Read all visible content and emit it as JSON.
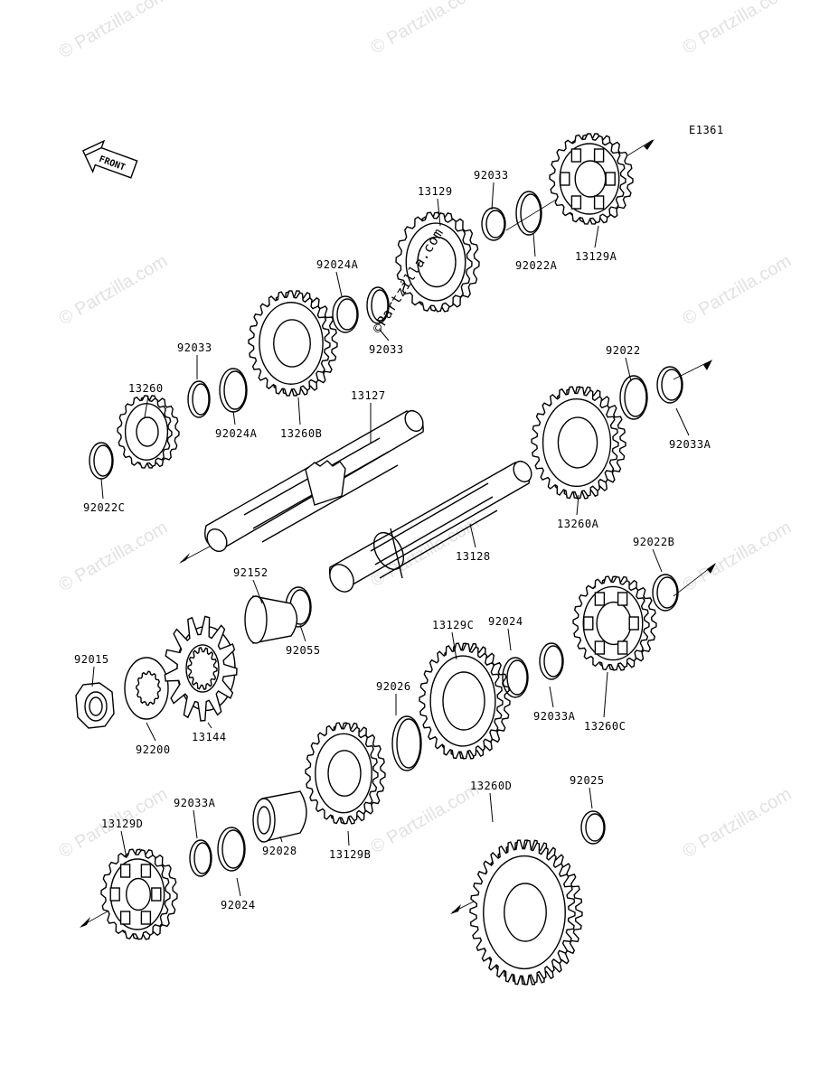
{
  "diagram": {
    "code": "E1361",
    "front_label": "FRONT",
    "watermark": "© Partzilla.com",
    "watermark_center": "©Partzilla.com",
    "parts": [
      {
        "id": "13129",
        "label": "13129"
      },
      {
        "id": "92033-top",
        "label": "92033"
      },
      {
        "id": "92022A",
        "label": "92022A"
      },
      {
        "id": "13129A",
        "label": "13129A"
      },
      {
        "id": "92024A-top",
        "label": "92024A"
      },
      {
        "id": "92033-mid",
        "label": "92033"
      },
      {
        "id": "13260",
        "label": "13260"
      },
      {
        "id": "92033-left",
        "label": "92033"
      },
      {
        "id": "92024A-left",
        "label": "92024A"
      },
      {
        "id": "13260B",
        "label": "13260B"
      },
      {
        "id": "13127",
        "label": "13127"
      },
      {
        "id": "92022C",
        "label": "92022C"
      },
      {
        "id": "92022",
        "label": "92022"
      },
      {
        "id": "92033A-right",
        "label": "92033A"
      },
      {
        "id": "13260A",
        "label": "13260A"
      },
      {
        "id": "13128",
        "label": "13128"
      },
      {
        "id": "92022B",
        "label": "92022B"
      },
      {
        "id": "92152",
        "label": "92152"
      },
      {
        "id": "92055",
        "label": "92055"
      },
      {
        "id": "92015",
        "label": "92015"
      },
      {
        "id": "92200",
        "label": "92200"
      },
      {
        "id": "13144",
        "label": "13144"
      },
      {
        "id": "13129C",
        "label": "13129C"
      },
      {
        "id": "92024-mid",
        "label": "92024"
      },
      {
        "id": "92026",
        "label": "92026"
      },
      {
        "id": "92033A-mid",
        "label": "92033A"
      },
      {
        "id": "13260C",
        "label": "13260C"
      },
      {
        "id": "92033A-low",
        "label": "92033A"
      },
      {
        "id": "13129D",
        "label": "13129D"
      },
      {
        "id": "92024-low",
        "label": "92024"
      },
      {
        "id": "92028",
        "label": "92028"
      },
      {
        "id": "13129B",
        "label": "13129B"
      },
      {
        "id": "13260D",
        "label": "13260D"
      },
      {
        "id": "92025",
        "label": "92025"
      }
    ]
  }
}
